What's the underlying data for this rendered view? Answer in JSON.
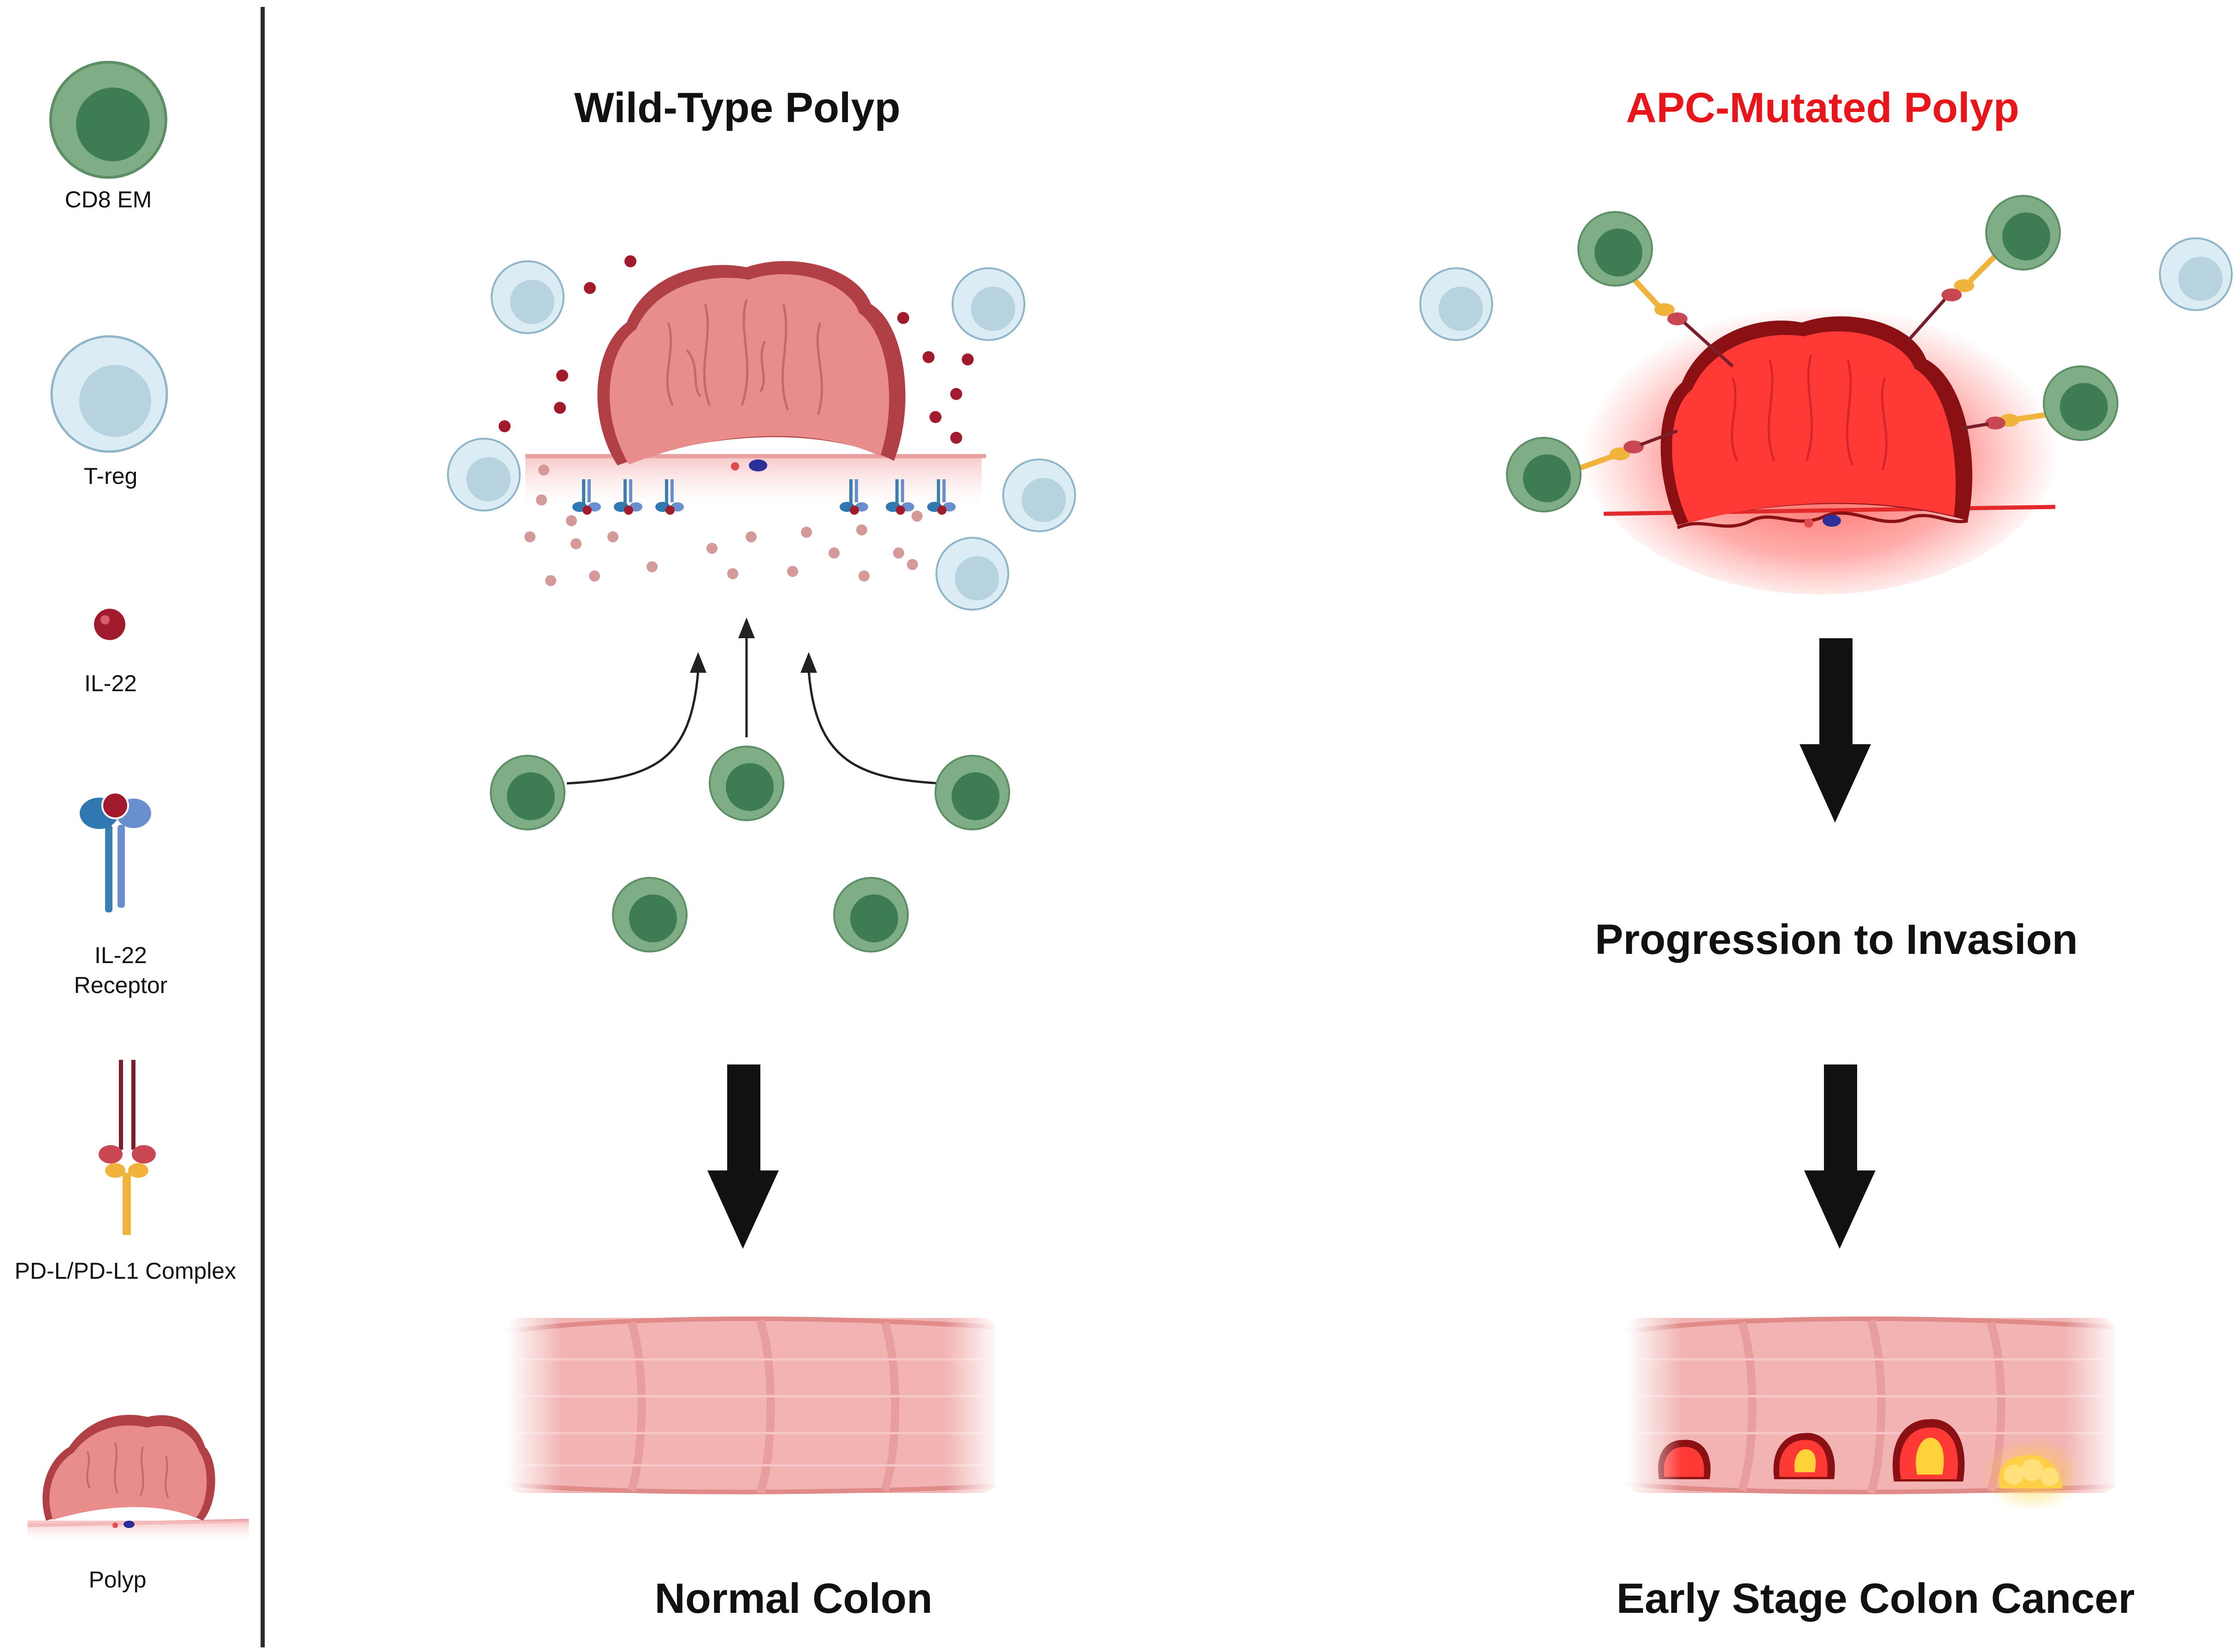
{
  "legend": {
    "items": [
      {
        "label": "CD8 EM"
      },
      {
        "label": "T-reg"
      },
      {
        "label": "IL-22"
      },
      {
        "label_line1": "IL-22",
        "label_line2": "Receptor"
      },
      {
        "label": "PD-L/PD-L1 Complex"
      },
      {
        "label": "Polyp"
      }
    ]
  },
  "wild_type": {
    "title": "Wild-Type Polyp",
    "title_color": "#111111",
    "outcome": "Normal Colon"
  },
  "apc_mutated": {
    "title": "APC-Mutated Polyp",
    "title_color": "#e8161a",
    "progression": "Progression to Invasion",
    "outcome": "Early Stage Colon Cancer"
  },
  "colors": {
    "cd8_outer": "#7fae86",
    "cd8_inner": "#3e7d54",
    "treg_outer": "#dcecf4",
    "treg_inner": "#b7d3e0",
    "il22": "#a21b2c",
    "polyp_fill": "#e88c8c",
    "polyp_dark": "#b13f46",
    "tumor_red": "#ff3a36",
    "pdl1_yellow": "#f0b43c",
    "colon_pink": "#f2b3b3",
    "arrow": "#111111"
  },
  "icons": [
    "cd8-em-cell-icon",
    "treg-cell-icon",
    "il22-molecule-icon",
    "il22-receptor-icon",
    "pd-l1-complex-icon",
    "polyp-icon",
    "down-arrow-icon",
    "curved-arrow-icon",
    "colon-segment-icon"
  ]
}
